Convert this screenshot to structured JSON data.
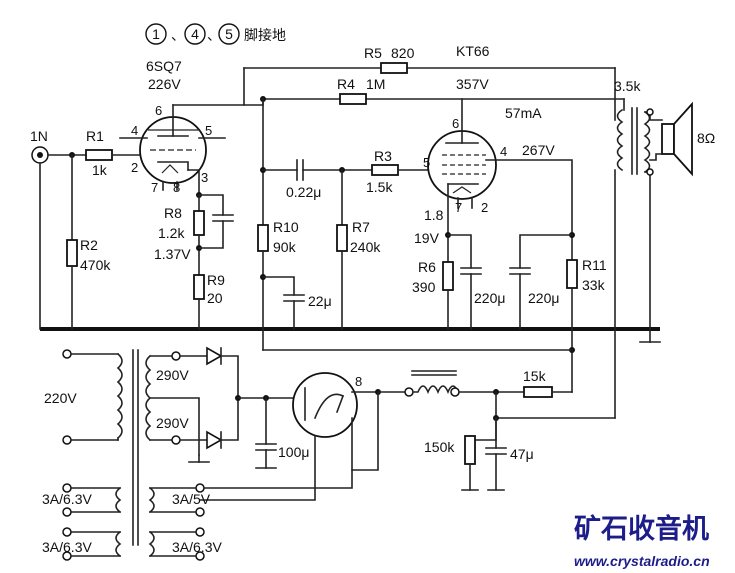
{
  "header": {
    "ground_pin_1": "1",
    "ground_pin_4": "4",
    "ground_pin_5": "5",
    "ground_sep_1": "、",
    "ground_sep_2": "、",
    "ground_note": "脚接地"
  },
  "tubes": {
    "preamp_model": "6SQ7",
    "preamp_voltage": "226V",
    "power_model": "KT66",
    "power_plate_voltage": "357V",
    "power_current": "57mA",
    "power_screen_voltage": "267V",
    "power_cathode_pin": "1.8",
    "power_cathode_voltage": "19V",
    "preamp_cathode_voltage": "1.37V"
  },
  "pins": {
    "p6_preamp": "6",
    "p4_preamp": "4",
    "p5_preamp": "5",
    "p2_preamp": "2",
    "p7_preamp": "7",
    "p8_preamp": "8",
    "p3_preamp": "3",
    "p6_power": "6",
    "p5_power": "5",
    "p4_power": "4",
    "p7_power": "7",
    "p2_power": "2",
    "p8_rect": "8"
  },
  "components": {
    "input": "1N",
    "r1_name": "R1",
    "r1_value": "1k",
    "r2_name": "R2",
    "r2_value": "470k",
    "r8_name": "R8",
    "r8_value": "1.2k",
    "r9_name": "R9",
    "r9_value": "20",
    "r10_name": "R10",
    "r10_value": "90k",
    "c_coupling": "0.22μ",
    "r3_name": "R3",
    "r3_value": "1.5k",
    "r7_name": "R7",
    "r7_value": "240k",
    "c_decoup": "22μ",
    "r4_name": "R4",
    "r4_value": "1M",
    "r5_name": "R5",
    "r5_value": "820",
    "r6_name": "R6",
    "r6_value": "390",
    "c_cathode": "220μ",
    "c_screen": "220μ",
    "r11_name": "R11",
    "r11_value": "33k",
    "ot_impedance": "3.5k",
    "speaker": "8Ω"
  },
  "power_supply": {
    "mains": "220V",
    "hv_upper": "290V",
    "hv_lower": "290V",
    "c_filter1": "100μ",
    "r_series": "15k",
    "r_bleed": "150k",
    "c_filter2": "47μ",
    "heater1": "3A/6.3V",
    "heater2": "3A/6.3V",
    "rect_heater": "3A/5V",
    "heater3": "3A/6.3V"
  },
  "watermark": {
    "cn": "矿石收音机",
    "url": "www.crystalradio.cn"
  }
}
